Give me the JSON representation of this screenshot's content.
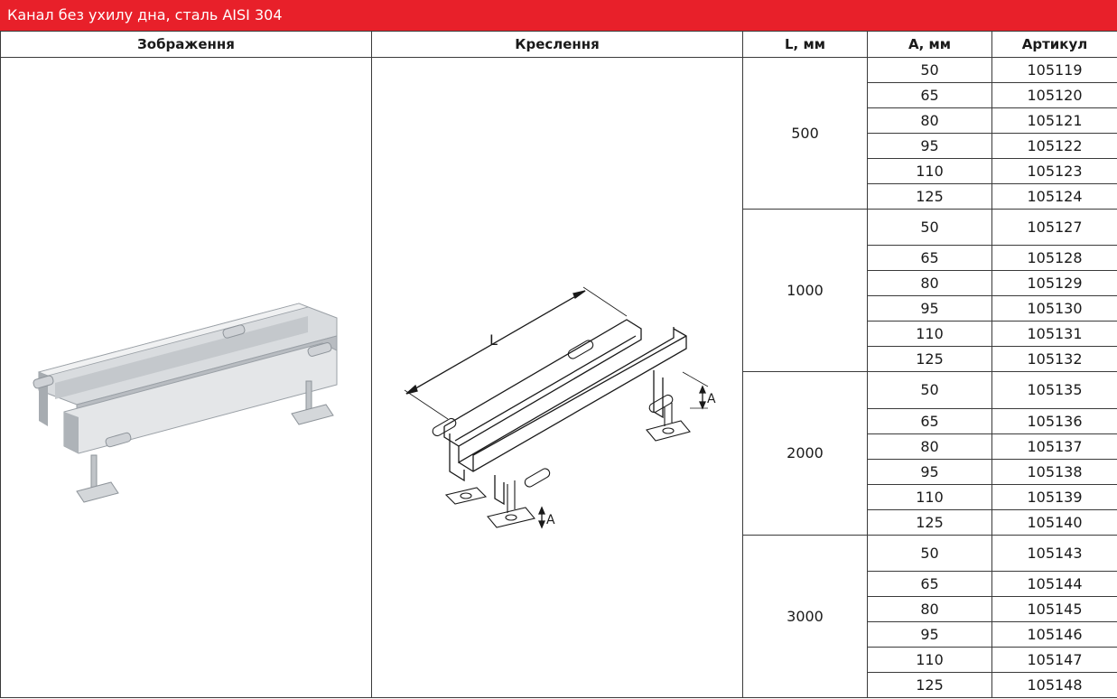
{
  "title": "Канал без ухилу дна, сталь AISI 304",
  "headers": {
    "image": "Зображення",
    "drawing": "Креслення",
    "length": "L, мм",
    "a": "А, мм",
    "article": "Артикул"
  },
  "drawing_labels": {
    "length": "L",
    "a": "A"
  },
  "groups": [
    {
      "length": "500",
      "rows": [
        {
          "a": "50",
          "article": "105119"
        },
        {
          "a": "65",
          "article": "105120"
        },
        {
          "a": "80",
          "article": "105121"
        },
        {
          "a": "95",
          "article": "105122"
        },
        {
          "a": "110",
          "article": "105123"
        },
        {
          "a": "125",
          "article": "105124"
        }
      ]
    },
    {
      "length": "1000",
      "rows": [
        {
          "a": "50",
          "article": "105127"
        },
        {
          "a": "65",
          "article": "105128"
        },
        {
          "a": "80",
          "article": "105129"
        },
        {
          "a": "95",
          "article": "105130"
        },
        {
          "a": "110",
          "article": "105131"
        },
        {
          "a": "125",
          "article": "105132"
        }
      ]
    },
    {
      "length": "2000",
      "rows": [
        {
          "a": "50",
          "article": "105135"
        },
        {
          "a": "65",
          "article": "105136"
        },
        {
          "a": "80",
          "article": "105137"
        },
        {
          "a": "95",
          "article": "105138"
        },
        {
          "a": "110",
          "article": "105139"
        },
        {
          "a": "125",
          "article": "105140"
        }
      ]
    },
    {
      "length": "3000",
      "rows": [
        {
          "a": "50",
          "article": "105143"
        },
        {
          "a": "65",
          "article": "105144"
        },
        {
          "a": "80",
          "article": "105145"
        },
        {
          "a": "95",
          "article": "105146"
        },
        {
          "a": "110",
          "article": "105147"
        },
        {
          "a": "125",
          "article": "105148"
        }
      ]
    }
  ],
  "colors": {
    "title_bar": "#e8202a",
    "border": "#3a3a3a",
    "steel": "#c9ccd0"
  }
}
